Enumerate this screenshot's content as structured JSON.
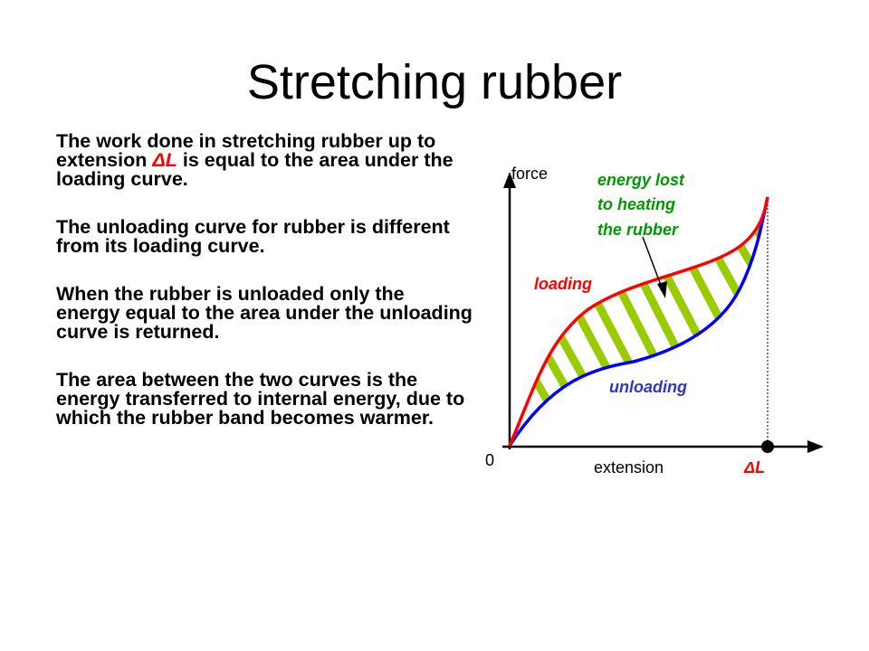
{
  "title": "Stretching rubber",
  "paragraphs": {
    "p1_before": "The work done in stretching rubber up to extension ",
    "p1_symbol": "ΔL",
    "p1_after": " is equal to the area under the loading curve.",
    "p2": "The unloading curve for rubber is different from its loading curve.",
    "p3": "When the rubber is unloaded only the energy equal to the area under the unloading curve is returned.",
    "p4": "The area between the two curves is the energy transferred to internal energy, due to which the rubber band becomes warmer."
  },
  "diagram": {
    "y_label": "force",
    "x_label": "extension",
    "origin_label": "0",
    "delta_label": "ΔL",
    "loading_label": "loading",
    "unloading_label": "unloading",
    "energy_label_1": "energy lost",
    "energy_label_2": "to heating",
    "energy_label_3": "the rubber",
    "colors": {
      "loading": "#ff0000",
      "unloading": "#0000ff",
      "hatch": "#99cc00",
      "energy_text": "#009900",
      "unloading_text": "#3333cc",
      "loading_text": "#ff0000",
      "delta_text": "#ff0000"
    }
  }
}
